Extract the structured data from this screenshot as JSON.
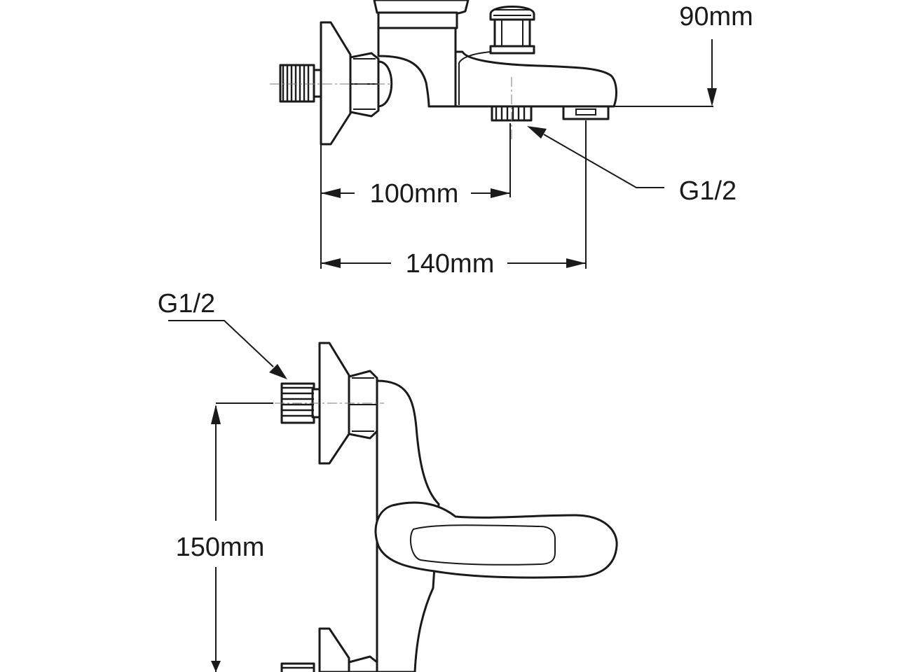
{
  "diagram": {
    "colors": {
      "line": "#1a1a1a",
      "background": "#ffffff",
      "centerline": "#777777"
    },
    "dimensions": {
      "spout_height": "90mm",
      "diverter_offset": "100mm",
      "spout_reach": "140mm",
      "inlet_spacing": "150mm"
    },
    "callouts": {
      "outlet_thread": "G1/2",
      "inlet_thread": "G1/2"
    }
  }
}
